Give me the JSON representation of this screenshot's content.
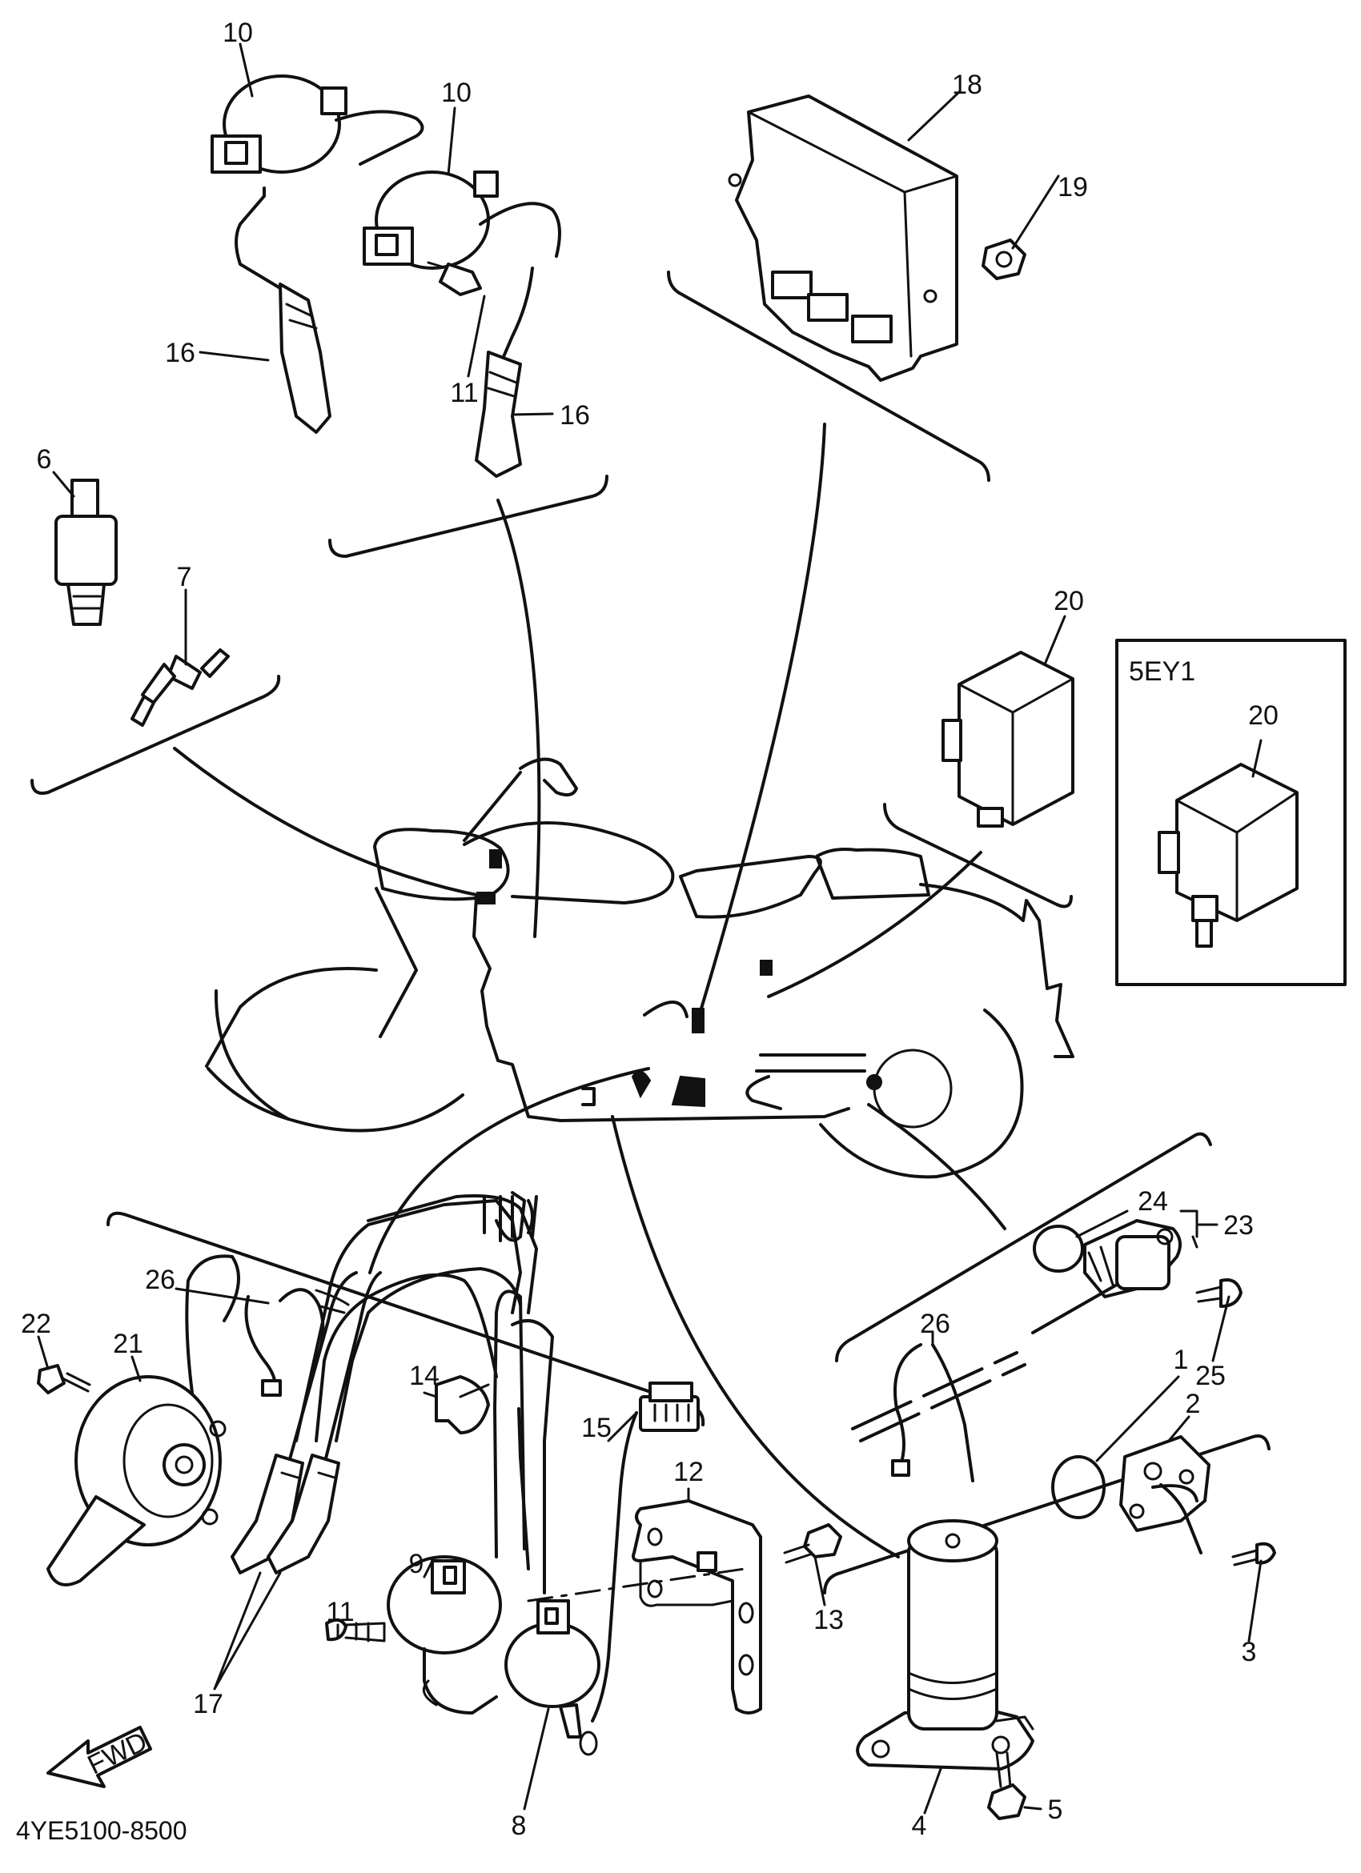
{
  "diagram_code": "4YE5100-8500",
  "fwd_label": "FWD",
  "inset_label": "5EY1",
  "callouts": {
    "c1": "1",
    "c2": "2",
    "c3": "3",
    "c4": "4",
    "c5": "5",
    "c6": "6",
    "c7": "7",
    "c8": "8",
    "c9": "9",
    "c10a": "10",
    "c10b": "10",
    "c11a": "11",
    "c11b": "11",
    "c12": "12",
    "c13": "13",
    "c14": "14",
    "c15": "15",
    "c16a": "16",
    "c16b": "16",
    "c17": "17",
    "c18": "18",
    "c19": "19",
    "c20a": "20",
    "c20b": "20",
    "c21": "21",
    "c22": "22",
    "c23": "23",
    "c24": "24",
    "c25": "25",
    "c26a": "26",
    "c26b": "26"
  }
}
